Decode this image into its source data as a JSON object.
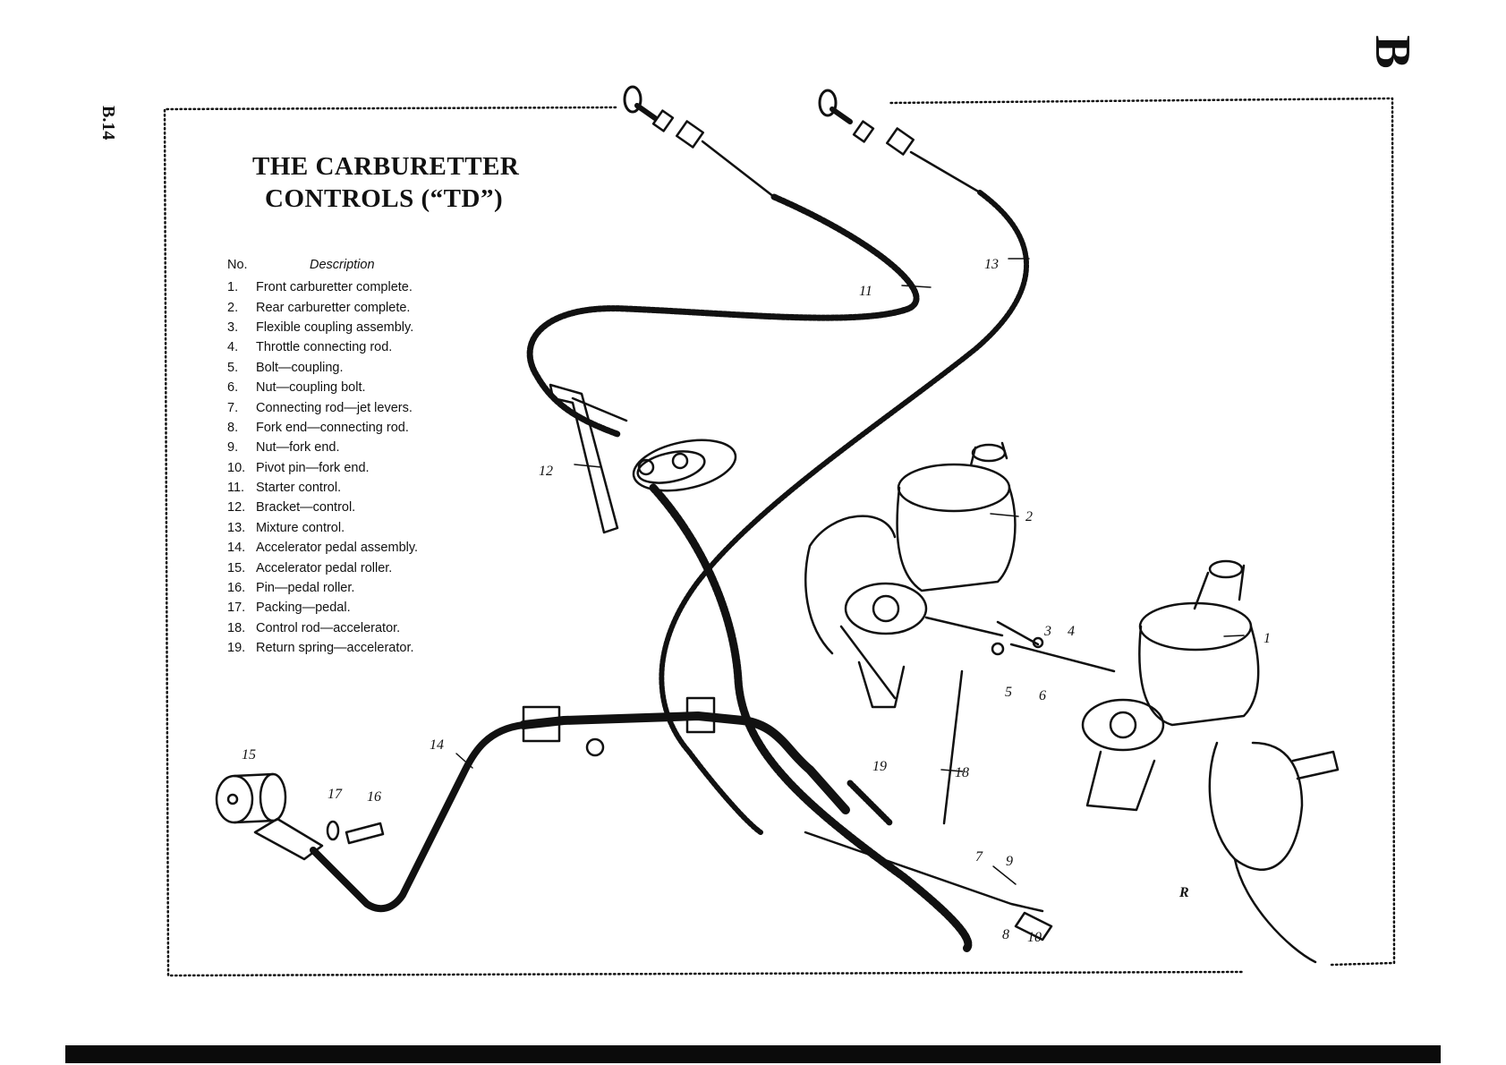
{
  "page": {
    "code": "B.14",
    "section_letter": "B",
    "initials": "R"
  },
  "title": {
    "line1": "THE CARBURETTER",
    "line2": "CONTROLS (“TD”)"
  },
  "legend": {
    "header_no": "No.",
    "header_desc": "Description",
    "items": [
      {
        "no": "1.",
        "desc": "Front carburetter complete."
      },
      {
        "no": "2.",
        "desc": "Rear carburetter complete."
      },
      {
        "no": "3.",
        "desc": "Flexible coupling assembly."
      },
      {
        "no": "4.",
        "desc": "Throttle connecting rod."
      },
      {
        "no": "5.",
        "desc": "Bolt—coupling."
      },
      {
        "no": "6.",
        "desc": "Nut—coupling bolt."
      },
      {
        "no": "7.",
        "desc": "Connecting rod—jet levers."
      },
      {
        "no": "8.",
        "desc": "Fork end—connecting rod."
      },
      {
        "no": "9.",
        "desc": "Nut—fork end."
      },
      {
        "no": "10.",
        "desc": "Pivot pin—fork end."
      },
      {
        "no": "11.",
        "desc": "Starter control."
      },
      {
        "no": "12.",
        "desc": "Bracket—control."
      },
      {
        "no": "13.",
        "desc": "Mixture control."
      },
      {
        "no": "14.",
        "desc": "Accelerator pedal assembly."
      },
      {
        "no": "15.",
        "desc": "Accelerator pedal roller."
      },
      {
        "no": "16.",
        "desc": "Pin—pedal roller."
      },
      {
        "no": "17.",
        "desc": "Packing—pedal."
      },
      {
        "no": "18.",
        "desc": "Control rod—accelerator."
      },
      {
        "no": "19.",
        "desc": "Return spring—accelerator."
      }
    ]
  },
  "callouts": {
    "c1": "1",
    "c2": "2",
    "c3": "3",
    "c4": "4",
    "c5": "5",
    "c6": "6",
    "c7": "7",
    "c8": "8",
    "c9": "9",
    "c10": "10",
    "c11": "11",
    "c12": "12",
    "c13": "13",
    "c14": "14",
    "c15": "15",
    "c16": "16",
    "c17": "17",
    "c18": "18",
    "c19": "19"
  },
  "colors": {
    "ink": "#111111",
    "paper": "#ffffff",
    "bar": "#0b0b0b"
  }
}
